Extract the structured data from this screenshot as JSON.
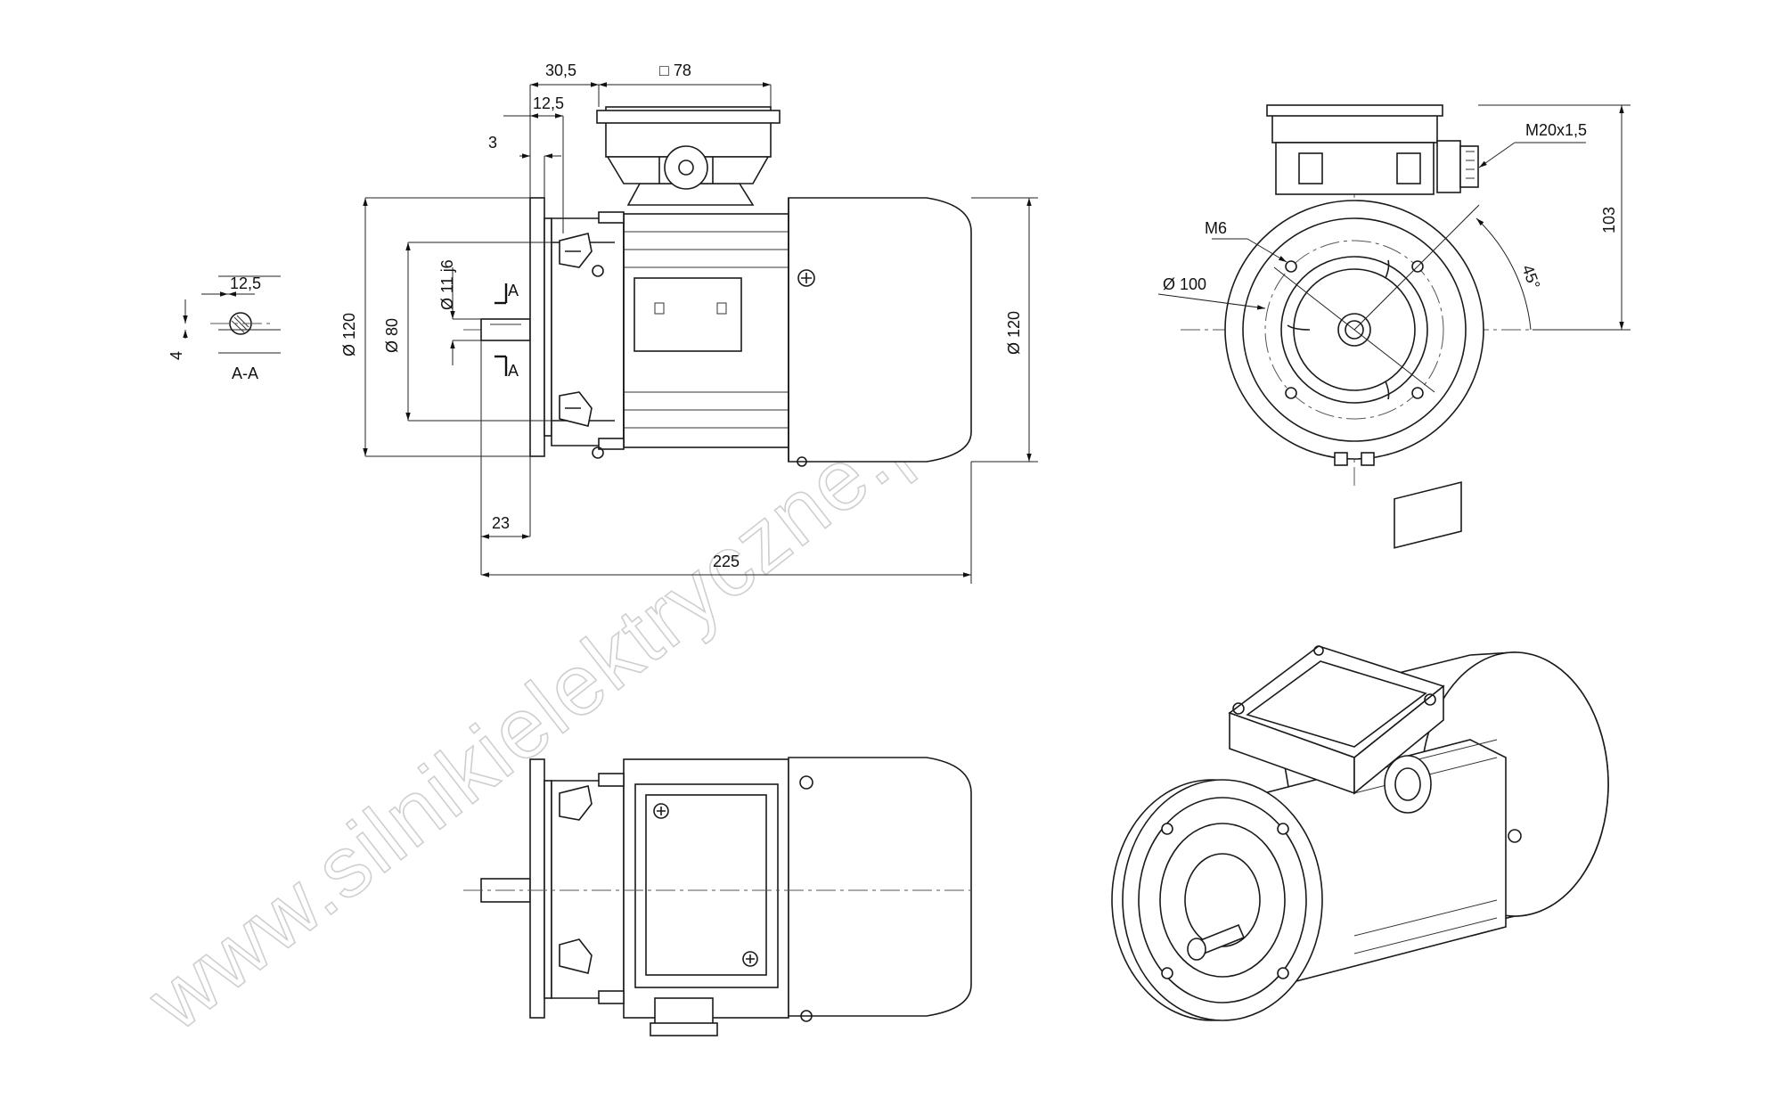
{
  "watermark": "www.silnikielektryczne.pl",
  "section_label": "A-A",
  "section_marker": "A",
  "side_view_dims": {
    "flange_offset": "30,5",
    "terminal_box": "□ 78",
    "key_width_top": "12,5",
    "flange_thickness": "3",
    "shaft_length": "23",
    "overall_length": "225",
    "flange_diameter": "Ø 120",
    "spigot_diameter": "Ø 80",
    "shaft_diameter": "Ø 11 j6",
    "housing_diameter": "Ø 120"
  },
  "section_dims": {
    "key_width": "12,5",
    "key_height": "4"
  },
  "front_view_dims": {
    "cable_gland": "M20x1,5",
    "height_to_axis": "103",
    "bolt_thread": "M6",
    "bolt_circle": "Ø 100",
    "angle": "45°"
  }
}
